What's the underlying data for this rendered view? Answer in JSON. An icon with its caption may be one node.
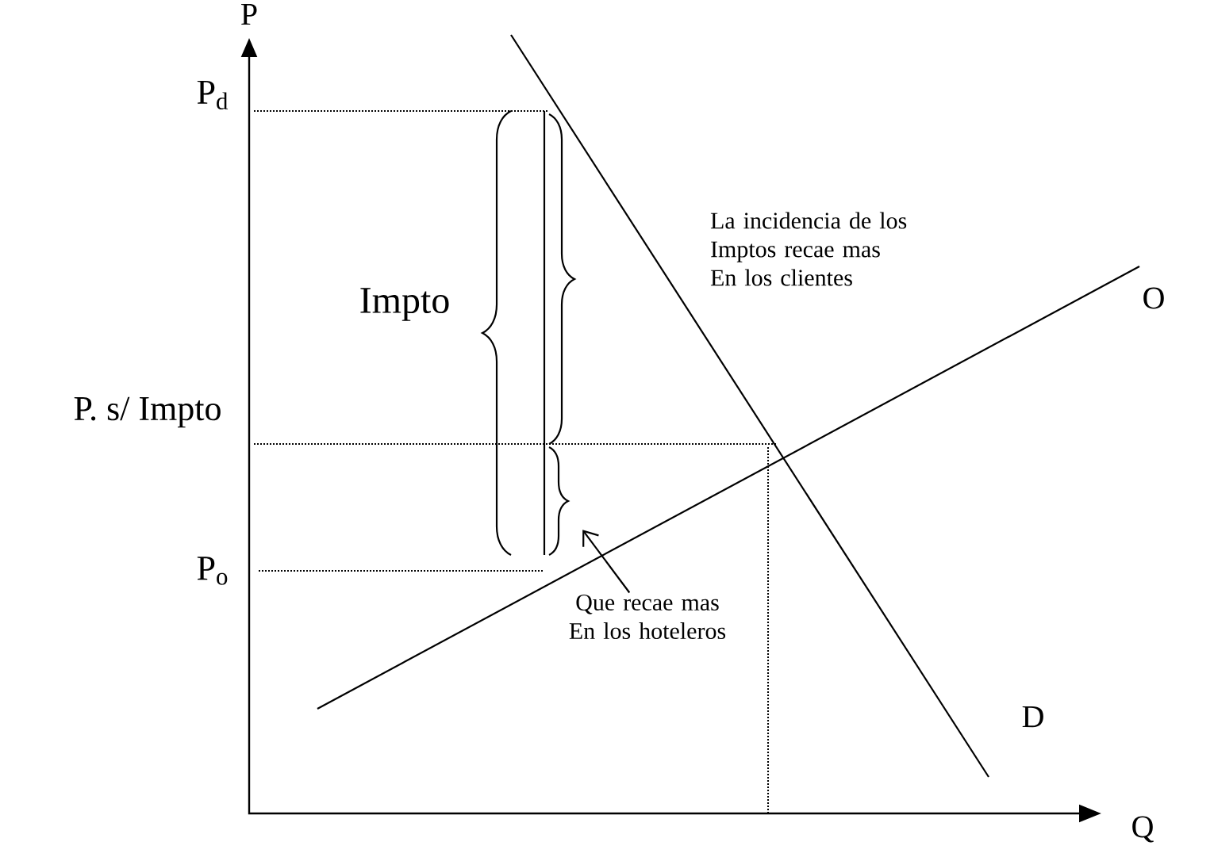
{
  "diagram": {
    "nodes": [
      {
        "text": [
          "Que recae mas En los hoteleros"
        ]
      },
      {
        "text": [],
        "shape": "brace"
      }
    ],
    "edges": [
      {
        "from": 0,
        "to": 1,
        "arrow": "to"
      }
    ],
    "labels": [
      "P",
      "P$_{d}$",
      "Impto",
      "La incidencia de los Imptos recae mas En los clientes",
      "O",
      "P. s/ Impto",
      "P$_{o}$",
      "D",
      "Q"
    ]
  }
}
